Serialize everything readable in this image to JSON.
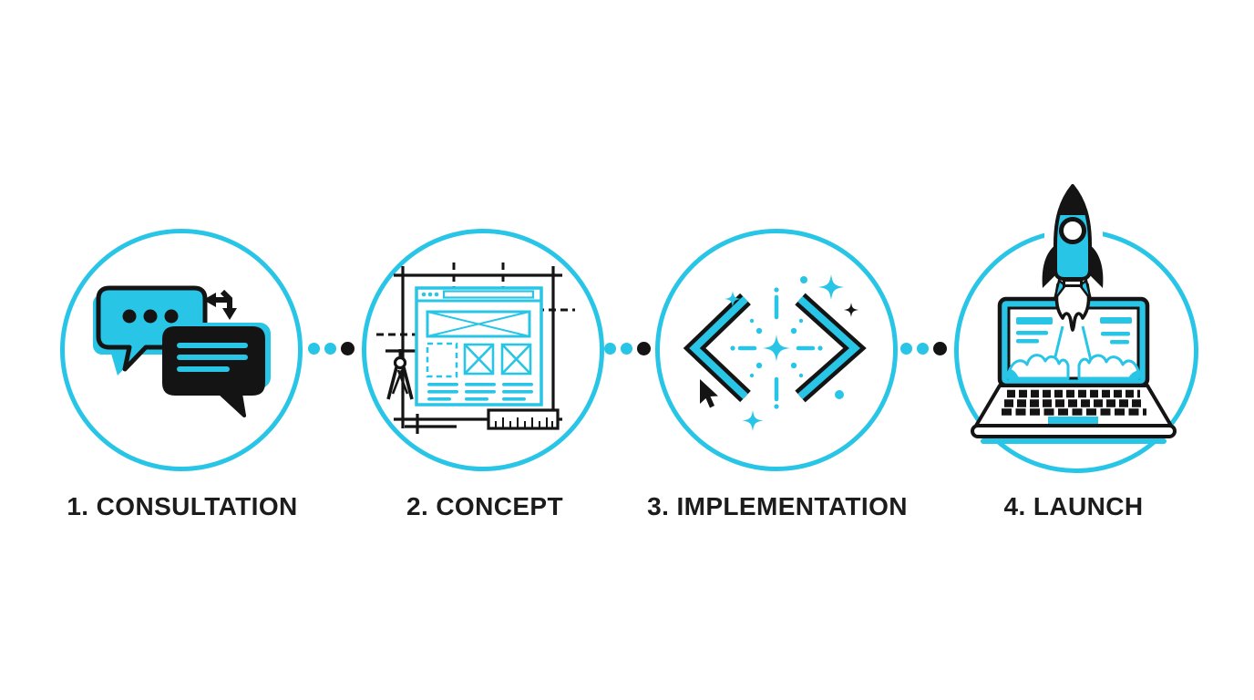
{
  "theme": {
    "accent": "#29c5e6",
    "ink": "#141414",
    "background": "#ffffff",
    "label_color": "#1c1c1c"
  },
  "diagram": {
    "type": "process-steps",
    "step_count": 4,
    "connector_style": "three dots: two accent-cyan then one black",
    "steps": [
      {
        "label": "1. CONSULTATION",
        "icon": "speech-bubbles-icon"
      },
      {
        "label": "2. CONCEPT",
        "icon": "wireframe-blueprint-icon"
      },
      {
        "label": "3. IMPLEMENTATION",
        "icon": "code-brackets-icon"
      },
      {
        "label": "4. LAUNCH",
        "icon": "rocket-laptop-icon"
      }
    ]
  }
}
